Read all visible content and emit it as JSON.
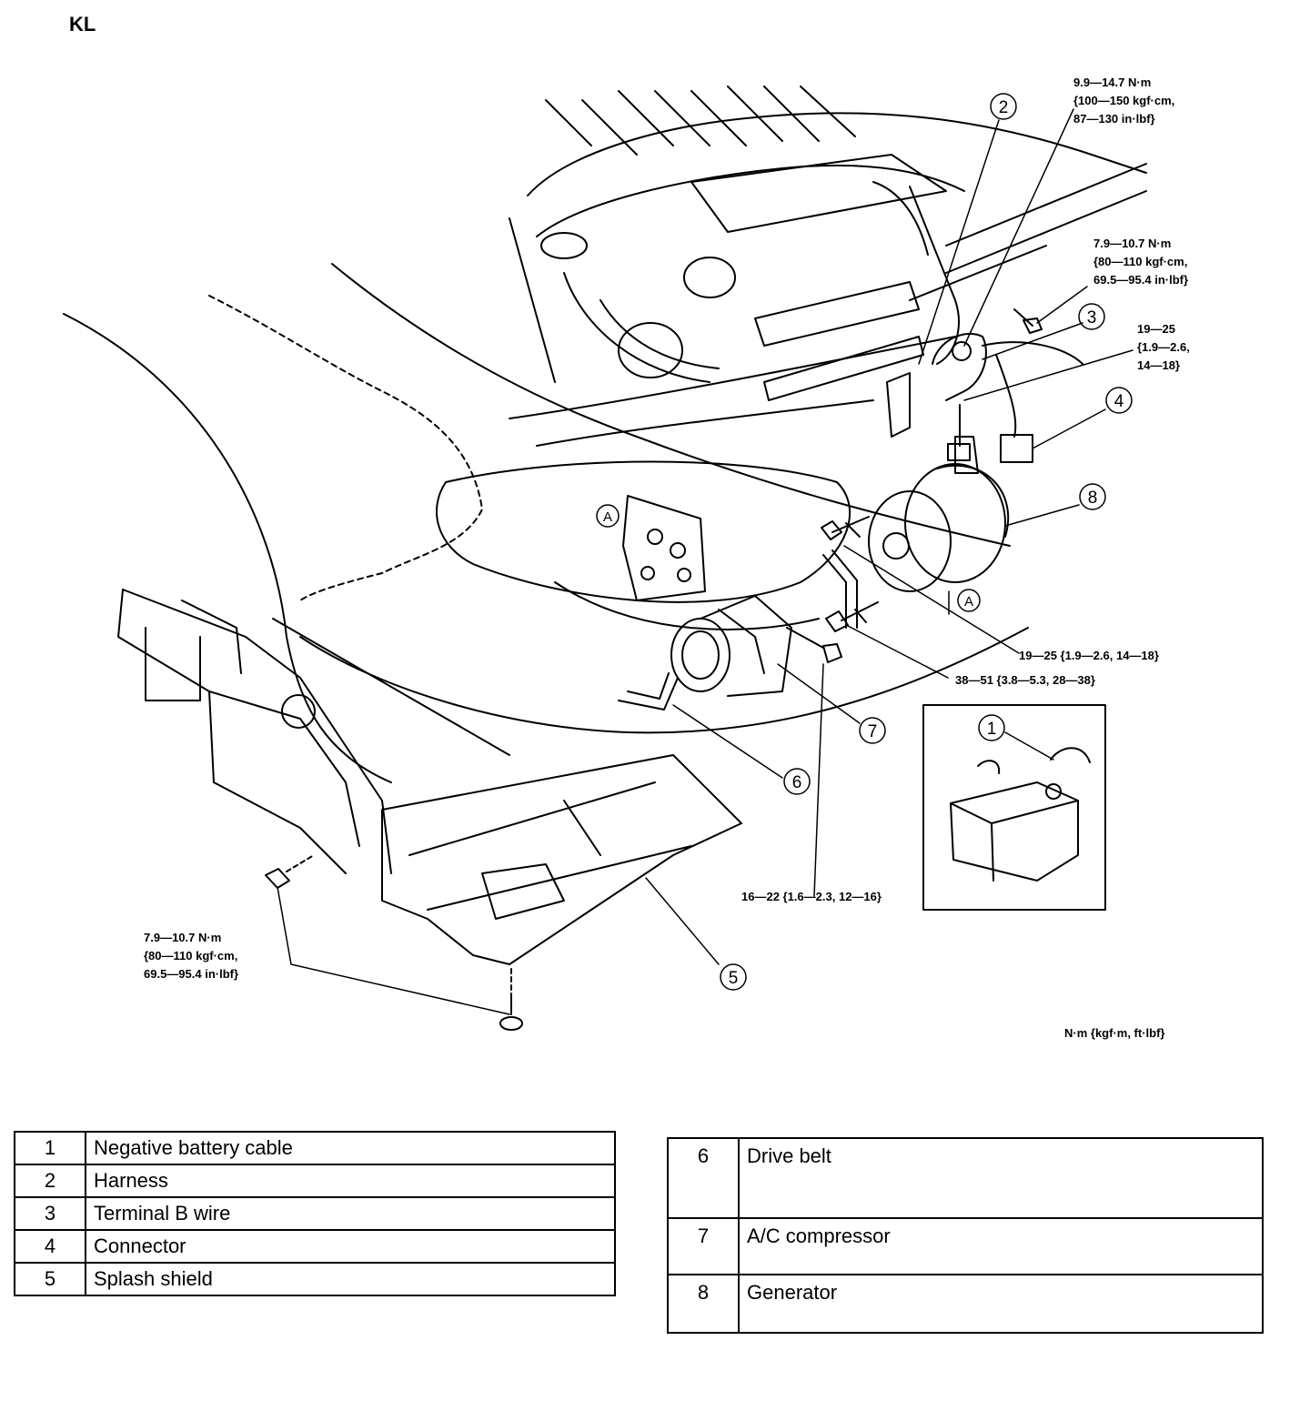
{
  "header": {
    "code": "KL"
  },
  "torque_specs": {
    "harness_nut": [
      "9.9—14.7 N·m",
      "{100—150 kgf·cm,",
      "87—130 in·lbf}"
    ],
    "upper_bolt": [
      "7.9—10.7 N·m",
      "{80—110 kgf·cm,",
      "69.5—95.4 in·lbf}"
    ],
    "terminal_b": [
      "19—25",
      "{1.9—2.6,",
      "14—18}"
    ],
    "generator_upper": "19—25 {1.9—2.6, 14—18}",
    "generator_lower": "38—51 {3.8—5.3, 28—38}",
    "compressor_bolt": "16—22 {1.6—2.3, 12—16}",
    "splash_shield": [
      "7.9—10.7 N·m",
      "{80—110 kgf·cm,",
      "69.5—95.4 in·lbf}"
    ]
  },
  "callouts": [
    "1",
    "2",
    "3",
    "4",
    "5",
    "6",
    "7",
    "8"
  ],
  "reference_markers": [
    "A",
    "A"
  ],
  "units_note": "N·m {kgf·m, ft·lbf}",
  "legend_left": [
    {
      "num": "1",
      "label": "Negative battery cable"
    },
    {
      "num": "2",
      "label": "Harness"
    },
    {
      "num": "3",
      "label": "Terminal B wire"
    },
    {
      "num": "4",
      "label": "Connector"
    },
    {
      "num": "5",
      "label": "Splash shield"
    }
  ],
  "legend_right": [
    {
      "num": "6",
      "label": "Drive belt"
    },
    {
      "num": "7",
      "label": "A/C compressor"
    },
    {
      "num": "8",
      "label": "Generator"
    }
  ]
}
